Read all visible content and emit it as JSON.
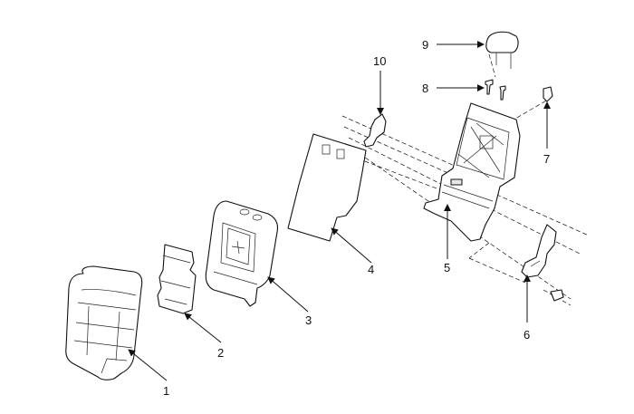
{
  "callouts": [
    "1",
    "2",
    "3",
    "4",
    "5",
    "6",
    "7",
    "8",
    "9",
    "10"
  ]
}
